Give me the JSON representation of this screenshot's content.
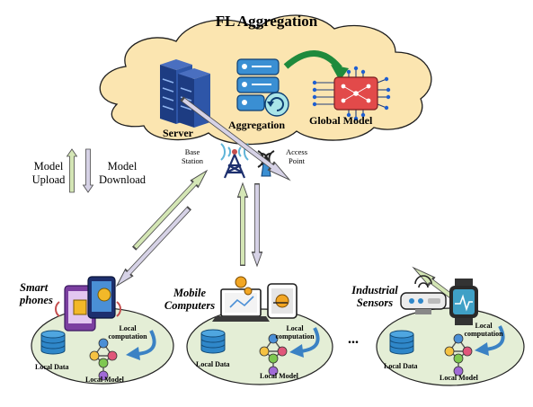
{
  "title": "FL Aggregation",
  "cloud": {
    "server_label": "Server",
    "aggregation_label": "Aggregation",
    "global_model_label": "Global Model"
  },
  "network": {
    "base_station_line1": "Base",
    "base_station_line2": "Station",
    "access_point_line1": "Access",
    "access_point_line2": "Point"
  },
  "legend": {
    "upload_line1": "Model",
    "upload_line2": "Upload",
    "download_line1": "Model",
    "download_line2": "Download"
  },
  "clusters": [
    {
      "name_line1": "Smart",
      "name_line2": "phones",
      "local_data": "Local Data",
      "local_model": "Local Model",
      "computation_line1": "Local",
      "computation_line2": "computation"
    },
    {
      "name_line1": "Mobile",
      "name_line2": "Computers",
      "local_data": "Local Data",
      "local_model": "Local Model",
      "computation_line1": "Local",
      "computation_line2": "computation"
    },
    {
      "name_line1": "Industrial",
      "name_line2": "Sensors",
      "local_data": "Local Data",
      "local_model": "Local Model",
      "computation_line1": "Local",
      "computation_line2": "computation"
    }
  ],
  "ellipsis": "...",
  "colors": {
    "cloud_fill": "#fbe5b0",
    "ellipse_fill": "#e4eed6",
    "upload_arrow": "#d4e6b5",
    "download_arrow": "#d6d2e6"
  }
}
